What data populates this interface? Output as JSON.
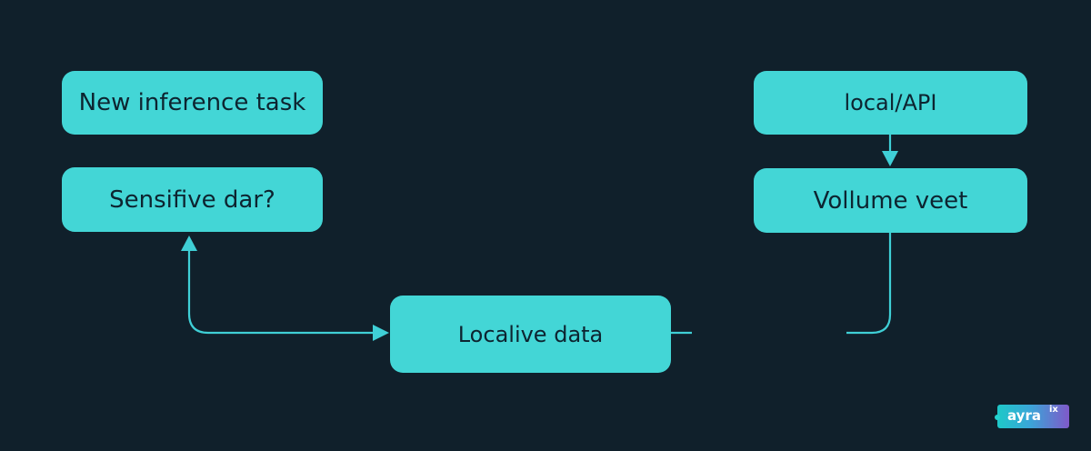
{
  "diagram": {
    "nodes": {
      "new_task": "New inference task",
      "sensitive": "Sensifive dar?",
      "local_data": "Localive data",
      "local_api": "local/API",
      "volume": "Vollume veet"
    }
  },
  "logo": {
    "name": "ayra",
    "superscript": "ix"
  },
  "colors": {
    "background": "#10202b",
    "node_fill": "#43d6d6",
    "node_text": "#0d2430",
    "connector": "#3fcfd6"
  }
}
